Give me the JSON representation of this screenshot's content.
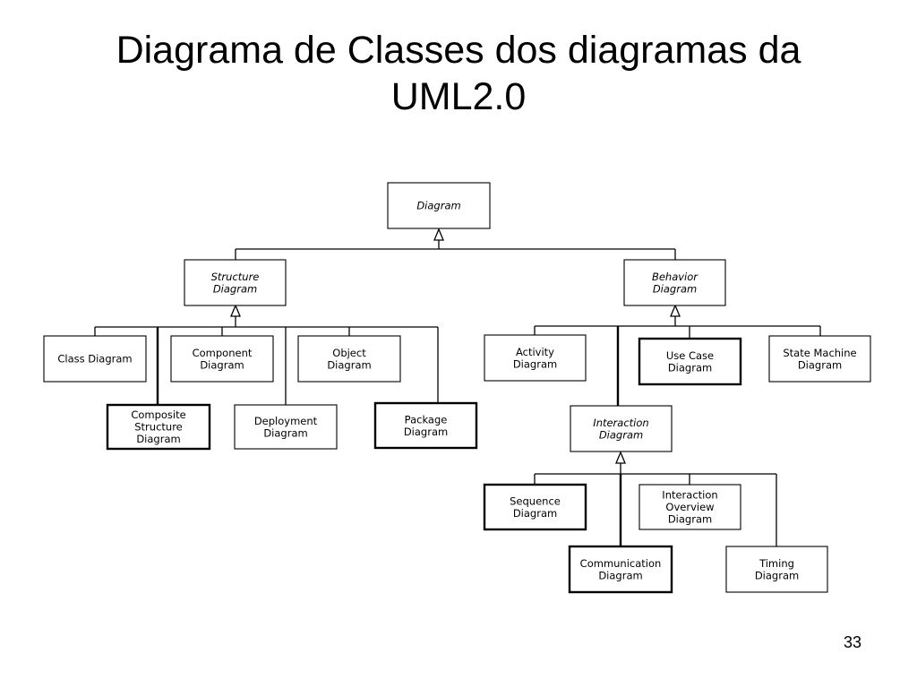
{
  "title": {
    "line1": "Diagrama de Classes dos diagramas da",
    "line2": "UML2.0"
  },
  "page_number": "33",
  "diagram": {
    "nodes": {
      "diagram": {
        "lines": [
          "Diagram"
        ],
        "abstract": true,
        "bold_border": false
      },
      "structure": {
        "lines": [
          "Structure",
          "Diagram"
        ],
        "abstract": true,
        "bold_border": false
      },
      "behavior": {
        "lines": [
          "Behavior",
          "Diagram"
        ],
        "abstract": true,
        "bold_border": false
      },
      "class": {
        "lines": [
          "Class Diagram"
        ],
        "abstract": false,
        "bold_border": false
      },
      "component": {
        "lines": [
          "Component",
          "Diagram"
        ],
        "abstract": false,
        "bold_border": false
      },
      "object": {
        "lines": [
          "Object",
          "Diagram"
        ],
        "abstract": false,
        "bold_border": false
      },
      "composite": {
        "lines": [
          "Composite",
          "Structure",
          "Diagram"
        ],
        "abstract": false,
        "bold_border": true
      },
      "deployment": {
        "lines": [
          "Deployment",
          "Diagram"
        ],
        "abstract": false,
        "bold_border": false
      },
      "package": {
        "lines": [
          "Package",
          "Diagram"
        ],
        "abstract": false,
        "bold_border": true
      },
      "activity": {
        "lines": [
          "Activity",
          "Diagram"
        ],
        "abstract": false,
        "bold_border": false
      },
      "usecase": {
        "lines": [
          "Use Case",
          "Diagram"
        ],
        "abstract": false,
        "bold_border": true
      },
      "statemachine": {
        "lines": [
          "State Machine",
          "Diagram"
        ],
        "abstract": false,
        "bold_border": false
      },
      "interaction": {
        "lines": [
          "Interaction",
          "Diagram"
        ],
        "abstract": true,
        "bold_border": false
      },
      "sequence": {
        "lines": [
          "Sequence",
          "Diagram"
        ],
        "abstract": false,
        "bold_border": true
      },
      "overview": {
        "lines": [
          "Interaction",
          "Overview",
          "Diagram"
        ],
        "abstract": false,
        "bold_border": false
      },
      "communication": {
        "lines": [
          "Communication",
          "Diagram"
        ],
        "abstract": false,
        "bold_border": true
      },
      "timing": {
        "lines": [
          "Timing",
          "Diagram"
        ],
        "abstract": false,
        "bold_border": false
      }
    },
    "generalizations": [
      {
        "parent": "diagram",
        "children": [
          "structure",
          "behavior"
        ]
      },
      {
        "parent": "structure",
        "children": [
          "class",
          "component",
          "object",
          "composite",
          "deployment",
          "package"
        ]
      },
      {
        "parent": "behavior",
        "children": [
          "activity",
          "usecase",
          "statemachine",
          "interaction"
        ]
      },
      {
        "parent": "interaction",
        "children": [
          "sequence",
          "overview",
          "communication",
          "timing"
        ]
      }
    ]
  }
}
